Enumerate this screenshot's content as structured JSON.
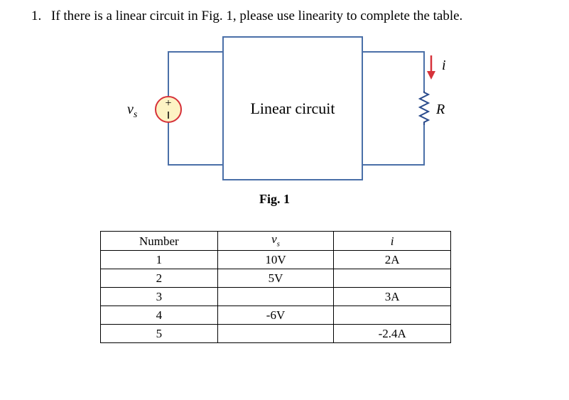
{
  "question": {
    "number": "1.",
    "text": "If there is a linear circuit in Fig. 1, please use linearity to complete the table."
  },
  "figure": {
    "source_label": "v",
    "source_label_subscript": "s",
    "box_label": "Linear circuit",
    "resistor_label": "R",
    "current_label": "i",
    "caption": "Fig. 1",
    "colors": {
      "wire": "#4a6fa8",
      "source_fill": "#fdf3c4",
      "source_stroke": "#d6323a",
      "resistor": "#2a4b8c",
      "current_arrow": "#d6323a"
    }
  },
  "table": {
    "headers": [
      "Number",
      "v_s",
      "i"
    ],
    "rows": [
      [
        "1",
        "10V",
        "2A"
      ],
      [
        "2",
        "5V",
        ""
      ],
      [
        "3",
        "",
        "3A"
      ],
      [
        "4",
        "-6V",
        ""
      ],
      [
        "5",
        "",
        "-2.4A"
      ]
    ]
  }
}
